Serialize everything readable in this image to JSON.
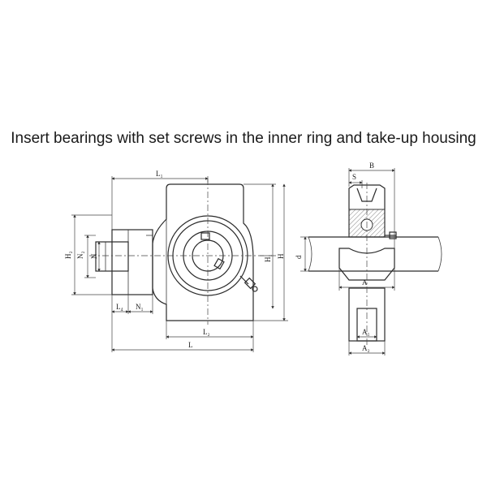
{
  "title": "Insert bearings with set screws in the inner ring and take-up housing",
  "labels": {
    "L1": "L₁",
    "L2": "L₂",
    "L": "L",
    "L4": "L₄",
    "N1": "N₁",
    "N": "N",
    "N2": "N₂",
    "H1": "H₁",
    "H": "H",
    "H2": "H₂",
    "B": "B",
    "S": "S",
    "d": "d",
    "A": "A",
    "A1": "A₁",
    "A2": "A₂"
  }
}
